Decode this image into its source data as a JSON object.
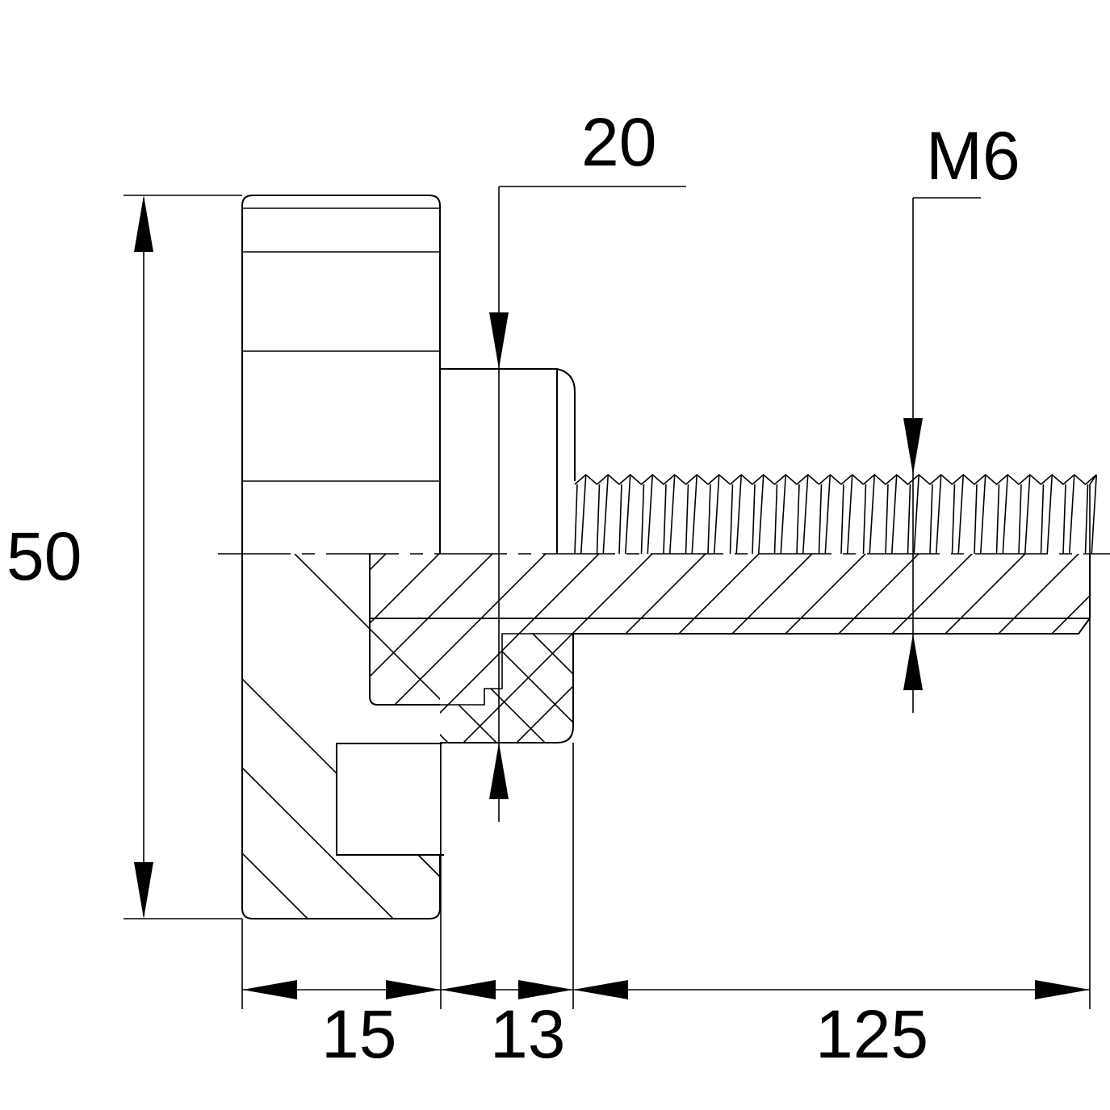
{
  "dimensions": {
    "height_total": "50",
    "collar_diameter": "20",
    "thread": "M6",
    "knob_width": "15",
    "collar_length": "13",
    "thread_length": "125"
  },
  "colors": {
    "line": "#000000",
    "background": "#ffffff"
  }
}
